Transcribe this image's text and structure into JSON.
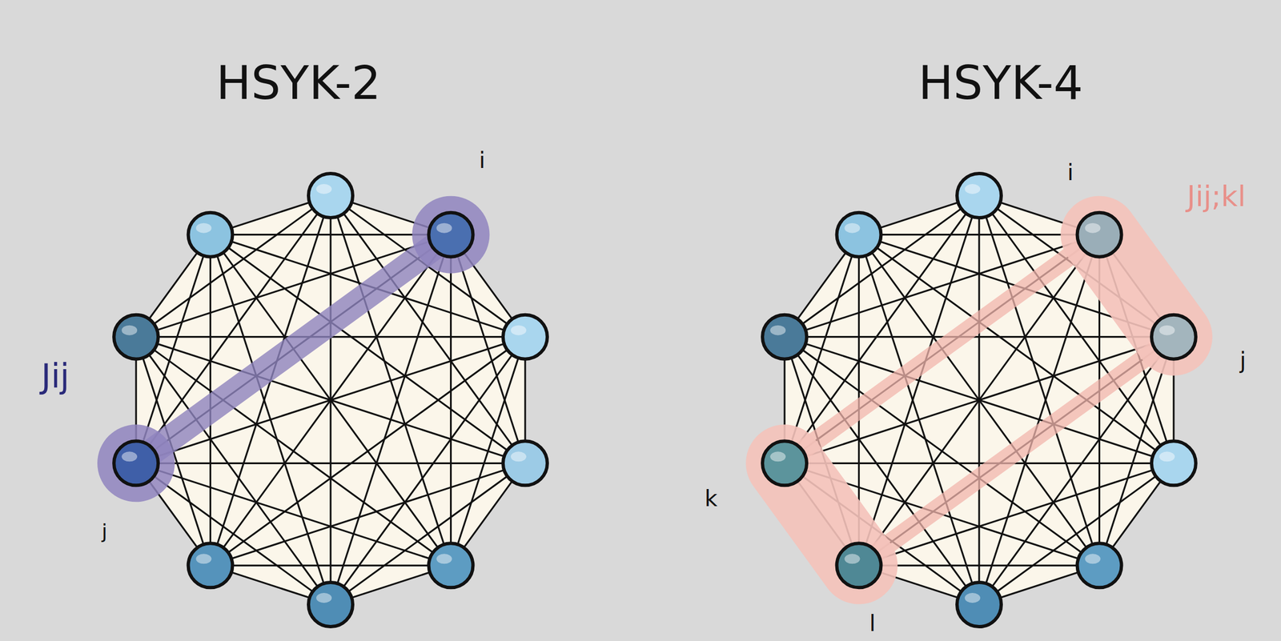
{
  "diagram": {
    "labels": [
      "HSYK-2",
      "HSYK-4",
      "i",
      "Jij",
      "j",
      "i",
      "Jij;kl",
      "j",
      "k",
      "l"
    ]
  }
}
